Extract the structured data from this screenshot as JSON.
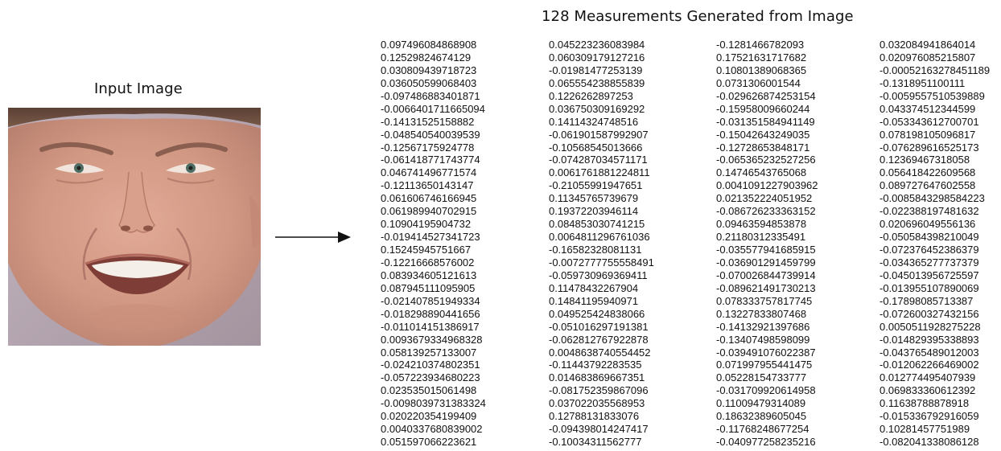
{
  "input_title": "Input Image",
  "main_title": "128 Measurements Generated from Image",
  "columns": [
    [
      "0.097496084868908",
      "0.12529824674129",
      "0.030809439718723",
      "0.036050599068403",
      "-0.097486883401871",
      "-0.0066401711665094",
      "-0.14131525158882",
      "-0.048540540039539",
      "-0.12567175924778",
      "-0.061418771743774",
      "0.046741496771574",
      "-0.12113650143147",
      "0.061606746166945",
      "0.061989940702915",
      "0.10904195904732",
      "-0.019414527341723",
      "0.15245945751667",
      "-0.12216668576002",
      "0.083934605121613",
      "0.087945111095905",
      "-0.021407851949334",
      "-0.018298890441656",
      "-0.011014151386917",
      "0.0093679334968328",
      "0.058139257133007",
      "-0.024210374802351",
      "-0.057223934680223",
      "0.023535015061498",
      "-0.0098039731383324",
      "0.020220354199409",
      "0.0040337680839002",
      "0.051597066223621"
    ],
    [
      "0.045223236083984",
      "0.060309179127216",
      "-0.01981477253139",
      "0.065554238855839",
      "0.1226262897253",
      "0.036750309169292",
      "0.14114324748516",
      "-0.061901587992907",
      "-0.10568545013666",
      "-0.074287034571171",
      "0.0061761881224811",
      "-0.21055991947651",
      "0.11345765739679",
      "0.19372203946114",
      "0.084853030741215",
      "0.0064811296761036",
      "-0.16582328081131",
      "-0.0072777755558491",
      "-0.059730969369411",
      "0.11478432267904",
      "0.14841195940971",
      "0.049525424838066",
      "-0.051016297191381",
      "-0.062812767922878",
      "0.0048638740554452",
      "-0.11443792283535",
      "0.014683869667351",
      "-0.081752359867096",
      "0.037022035568953",
      "0.12788131833076",
      "-0.094398014247417",
      "-0.10034311562777"
    ],
    [
      "-0.1281466782093",
      "0.17521631717682",
      "0.10801389068365",
      "0.0731306001544",
      "-0.029626874253154",
      "-0.15958009660244",
      "-0.031351584941149",
      "-0.15042643249035",
      "-0.12728653848171",
      "-0.065365232527256",
      "0.14746543765068",
      "0.0041091227903962",
      "0.021352224051952",
      "-0.086726233363152",
      "0.09463594853878",
      "0.21180312335491",
      "-0.035577941685915",
      "-0.036901291459799",
      "-0.070026844739914",
      "-0.089621491730213",
      "0.078333757817745",
      "0.13227833807468",
      "-0.14132921397686",
      "-0.13407498598099",
      "-0.039491076022387",
      "0.071997955441475",
      "0.05228154733777",
      "-0.031709920614958",
      "0.11009479314089",
      "0.18632389605045",
      "-0.11768248677254",
      "-0.040977258235216"
    ],
    [
      "0.032084941864014",
      "0.020976085215807",
      "-0.00052163278451189",
      "-0.1318951100111",
      "-0.0059557510539889",
      "0.043374512344599",
      "-0.053343612700701",
      "0.078198105096817",
      "-0.076289616525173",
      "0.12369467318058",
      "0.056418422609568",
      "0.089727647602558",
      "-0.0085843298584223",
      "-0.022388197481632",
      "0.020696049556136",
      "-0.050584398210049",
      "-0.072376452386379",
      "-0.034365277737379",
      "-0.045013956725597",
      "-0.013955107890069",
      "-0.17898085713387",
      "-0.072600327432156",
      "0.0050511928275228",
      "-0.014829395338893",
      "-0.043765489012003",
      "-0.012062266469002",
      "0.012774495407939",
      "0.069833360612392",
      "0.11638788878918",
      "-0.015336792916059",
      "0.10281457751989",
      "-0.082041338086128"
    ]
  ]
}
